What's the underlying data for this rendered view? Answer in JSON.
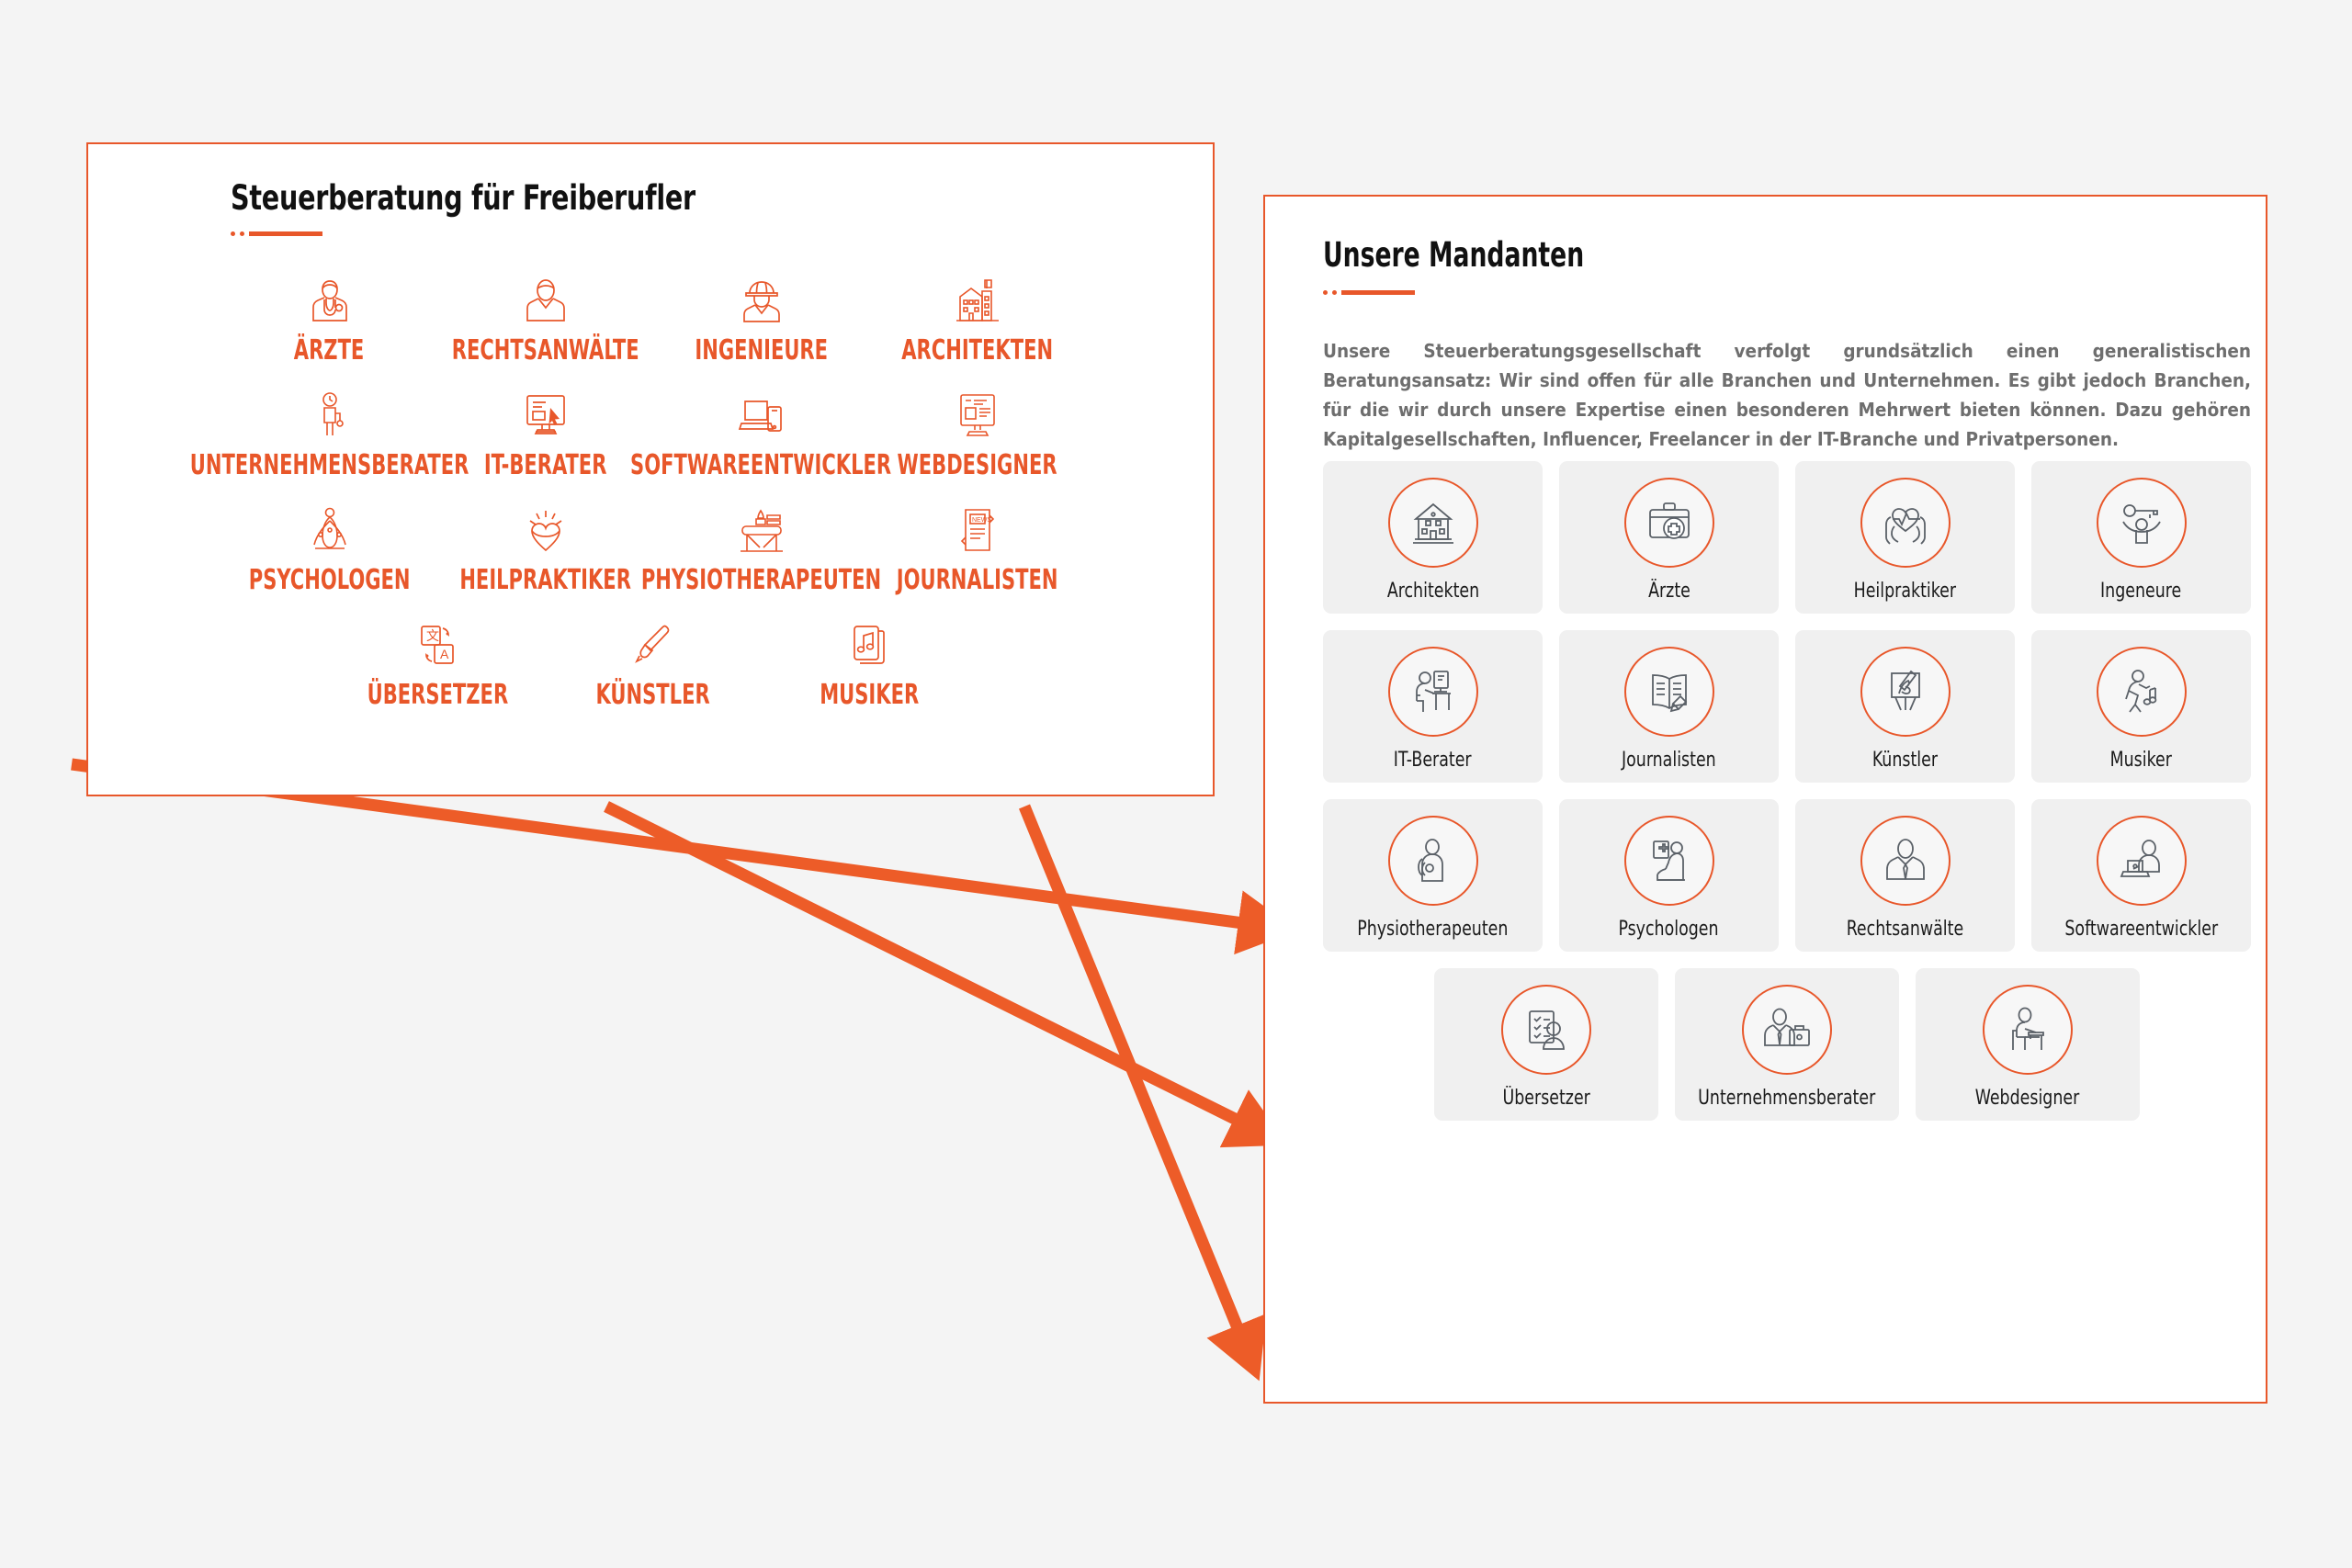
{
  "theme": {
    "page_background": "#f4f4f4",
    "accent": "#e8572a",
    "panel_background": "#ffffff",
    "card_background": "#f0f0f0",
    "body_text": "#6e6e6e",
    "heading_text": "#111111"
  },
  "left_panel": {
    "title": "Steuerberatung für Freiberufler",
    "professions": [
      [
        {
          "label": "ÄRZTE",
          "icon": "doctor-icon"
        },
        {
          "label": "RECHTSANWÄLTE",
          "icon": "lawyer-icon"
        },
        {
          "label": "INGENIEURE",
          "icon": "engineer-helmet-icon"
        },
        {
          "label": "ARCHITEKTEN",
          "icon": "building-icon"
        }
      ],
      [
        {
          "label": "UNTERNEHMENSBERATER",
          "icon": "consultant-person-icon"
        },
        {
          "label": "IT-BERATER",
          "icon": "monitor-cursor-icon"
        },
        {
          "label": "SOFTWAREENTWICKLER",
          "icon": "laptop-phone-icon"
        },
        {
          "label": "WEBDESIGNER",
          "icon": "web-layout-icon"
        }
      ],
      [
        {
          "label": "PSYCHOLOGEN",
          "icon": "meditation-icon"
        },
        {
          "label": "HEILPRAKTIKER",
          "icon": "heart-hands-icon"
        },
        {
          "label": "PHYSIOTHERAPEUTEN",
          "icon": "massage-table-icon"
        },
        {
          "label": "JOURNALISTEN",
          "icon": "news-page-icon"
        }
      ],
      [
        {
          "label": "ÜBERSETZER",
          "icon": "translate-icon"
        },
        {
          "label": "KÜNSTLER",
          "icon": "paintbrush-icon"
        },
        {
          "label": "MUSIKER",
          "icon": "music-note-icon"
        }
      ]
    ]
  },
  "right_panel": {
    "title": "Unsere Mandanten",
    "paragraph": "Unsere Steuerberatungsgesellschaft verfolgt grundsätzlich einen generalistischen Beratungsansatz: Wir sind offen für alle Branchen und Unternehmen. Es gibt jedoch Branchen, für die wir durch unsere Expertise einen besonderen Mehrwert bieten können. Dazu gehören Kapitalgesellschaften, Influencer, Freelancer in der IT-Branche und Privatpersonen.",
    "cards": [
      [
        {
          "label": "Architekten",
          "icon": "building-icon"
        },
        {
          "label": "Ärzte",
          "icon": "medical-case-icon"
        },
        {
          "label": "Heilpraktiker",
          "icon": "heart-hands-icon"
        },
        {
          "label": "Ingeneure",
          "icon": "key-person-icon"
        }
      ],
      [
        {
          "label": "IT-Berater",
          "icon": "person-at-computer-icon"
        },
        {
          "label": "Journalisten",
          "icon": "newspaper-pen-icon"
        },
        {
          "label": "Künstler",
          "icon": "easel-brush-icon"
        },
        {
          "label": "Musiker",
          "icon": "person-music-icon"
        }
      ],
      [
        {
          "label": "Physiotherapeuten",
          "icon": "physio-person-icon"
        },
        {
          "label": "Psychologen",
          "icon": "patient-couch-icon"
        },
        {
          "label": "Rechtsanwälte",
          "icon": "suit-person-icon"
        },
        {
          "label": "Softwareentwickler",
          "icon": "laptop-person-icon"
        }
      ],
      [
        {
          "label": "Übersetzer",
          "icon": "checklist-person-icon"
        },
        {
          "label": "Unternehmensberater",
          "icon": "person-briefcase-icon"
        },
        {
          "label": "Webdesigner",
          "icon": "person-desk-icon"
        }
      ]
    ]
  },
  "connectors": {
    "count": 3,
    "color": "#e8572a",
    "description": "three parallel diagonal arrows pointing from the left panel to the right panel"
  }
}
